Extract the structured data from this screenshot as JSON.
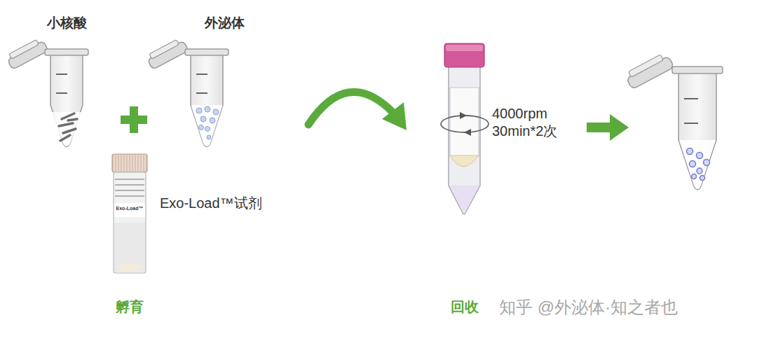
{
  "diagram": {
    "nodes": [
      {
        "text": [
          "小核酸"
        ]
      },
      {
        "text": [
          "外泌体"
        ]
      },
      {
        "text": [
          "Exo-Load™",
          "Exo-Load™试剂"
        ]
      },
      {
        "text": [
          "4000rpm 30min*2次"
        ]
      }
    ],
    "labels": [
      "孵育",
      "回收",
      "知乎 @外泌体·知之者也"
    ]
  }
}
